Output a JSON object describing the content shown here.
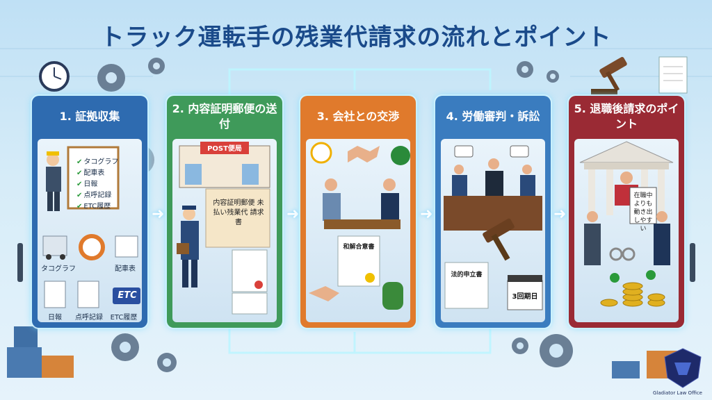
{
  "title": "トラック運転手の残業代請求の流れとポイント",
  "steps": [
    {
      "heading": "1. 証拠収集",
      "checklist": [
        "タコグラフ",
        "配車表",
        "日報",
        "点呼記録",
        "ETC履歴"
      ],
      "items": [
        "タコグラフ",
        "配車表",
        "日報",
        "点呼記録",
        "ETC履歴"
      ],
      "etc_badge": "ETC"
    },
    {
      "heading": "2. 内容証明郵便の送付",
      "post_sign": "POST便局",
      "letter_text": "内容証明郵便 未払い残業代 請求書"
    },
    {
      "heading": "3. 会社との交渉",
      "document": "和解合意書"
    },
    {
      "heading": "4. 労働審判・訴訟",
      "document": "法的申立書",
      "calendar": "3回期日"
    },
    {
      "heading": "5. 退職後請求のポイント",
      "sign": "在職中よりも動き出しやすい"
    }
  ],
  "logo_text": "Gladiator Law Office",
  "colors": {
    "title": "#1a4a8a",
    "step1": "#2e6bb0",
    "step2": "#3f9a5a",
    "step3": "#e07a2c",
    "step4": "#3a7cbf",
    "step5": "#9a2a34",
    "glow": "#6fd3ff"
  }
}
